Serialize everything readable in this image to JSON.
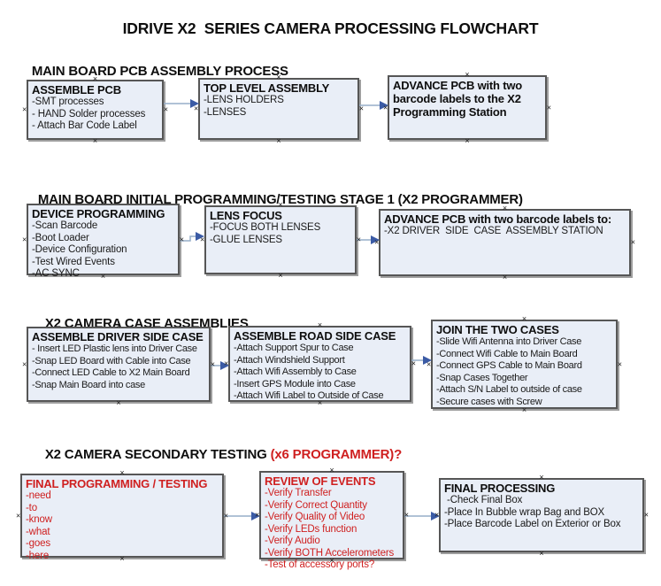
{
  "title": "IDRIVE X2  SERIES CAMERA PROCESSING FLOWCHART",
  "icons": {
    "connector_handle": "×"
  },
  "colors": {
    "box_fill": "#e9eef7",
    "box_border": "#565656",
    "arrow_line": "#95aec9",
    "arrow_head": "#3b5ba5",
    "red_text": "#cf2020",
    "black_text": "#141414"
  },
  "sections": [
    {
      "heading": "MAIN BOARD PCB ASSEMBLY PROCESS",
      "boxes": [
        {
          "title": "ASSEMBLE PCB",
          "lines": [
            "-SMT processes",
            "- HAND Solder processes",
            "- Attach Bar Code Label"
          ]
        },
        {
          "title": "TOP LEVEL ASSEMBLY",
          "lines": [
            "-LENS HOLDERS",
            "-LENSES"
          ]
        },
        {
          "title": "ADVANCE PCB with two barcode labels to the  X2 Programming Station",
          "lines": []
        }
      ]
    },
    {
      "heading": "MAIN BOARD INITIAL PROGRAMMING/TESTING STAGE 1 (X2 PROGRAMMER)",
      "boxes": [
        {
          "title": "DEVICE PROGRAMMING",
          "lines": [
            "-Scan Barcode",
            "-Boot Loader",
            "-Device Configuration",
            "-Test Wired Events",
            "-AC SYNC"
          ]
        },
        {
          "title": "LENS FOCUS",
          "lines": [
            "-FOCUS BOTH LENSES",
            "-GLUE LENSES"
          ]
        },
        {
          "title": "ADVANCE PCB with two barcode labels to:",
          "lines": [
            "-X2 DRIVER  SIDE  CASE  ASSEMBLY STATION"
          ]
        }
      ]
    },
    {
      "heading": "X2 CAMERA CASE ASSEMBLIES",
      "boxes": [
        {
          "title": "ASSEMBLE DRIVER SIDE CASE",
          "lines": [
            "- Insert LED Plastic lens into Driver Case",
            "-Snap LED Board with Cable into Case",
            "-Connect LED Cable to X2 Main Board",
            "-Snap Main Board into case"
          ]
        },
        {
          "title": "ASSEMBLE ROAD SIDE CASE",
          "lines": [
            "-Attach Support Spur to Case",
            "-Attach Windshield Support",
            "-Attach Wifi Assembly to Case",
            "-Insert GPS Module into Case",
            "-Attach Wifi Label to Outside of Case"
          ]
        },
        {
          "title": "JOIN THE TWO CASES",
          "lines": [
            "-Slide Wifi Antenna into Driver Case",
            "-Connect Wifi Cable to Main Board",
            "-Connect GPS Cable to Main Board",
            "-Snap Cases Together",
            "-Attach S/N Label to outside of case",
            "-Secure cases with Screw"
          ]
        }
      ]
    },
    {
      "heading": "X2 CAMERA SECONDARY TESTING",
      "heading_red": " (x6 PROGRAMMER)?",
      "boxes": [
        {
          "title": "FINAL PROGRAMMING / TESTING",
          "lines": [
            "-need",
            "-to",
            "-know",
            "-what",
            "-goes",
            "-here"
          ],
          "text_color": "red"
        },
        {
          "title": "REVIEW OF EVENTS",
          "lines": [
            "-Verify Transfer",
            "-Verify Correct Quantity",
            "-Verify Quality of Video",
            "-Verify LEDs function",
            "-Verify Audio",
            "-Verify BOTH Accelerometers",
            "-Test of accessory ports?"
          ],
          "text_color": "red"
        },
        {
          "title": "FINAL PROCESSING",
          "lines": [
            " -Check Final Box",
            "-Place In Bubble wrap Bag and BOX",
            "-Place Barcode Label on Exterior or Box"
          ]
        }
      ]
    }
  ]
}
